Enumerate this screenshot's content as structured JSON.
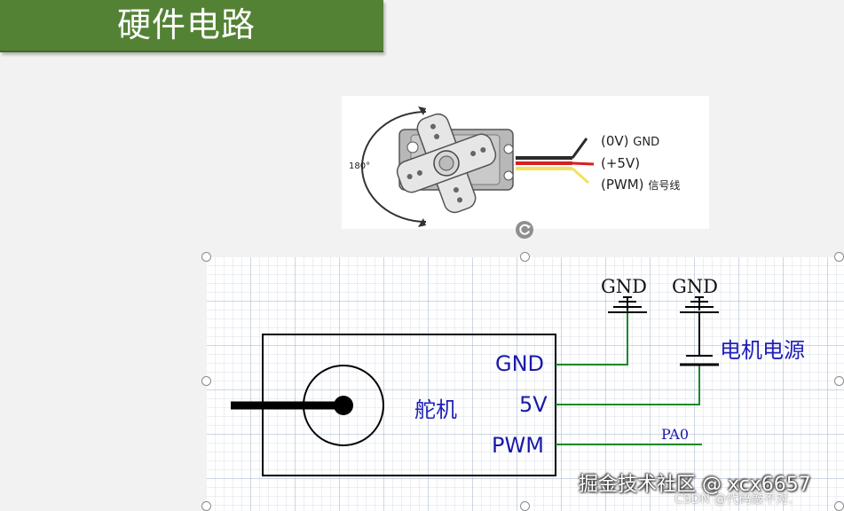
{
  "slide": {
    "title": "硬件电路"
  },
  "servo_photo": {
    "angle_label": "180°",
    "wires": [
      {
        "label": "(0V)",
        "sub": "GND",
        "color": "#2b2b2b"
      },
      {
        "label": "(+5V)",
        "sub": "",
        "color": "#d42020"
      },
      {
        "label": "(PWM)",
        "sub": "信号线",
        "color": "#f4e46a"
      }
    ]
  },
  "schematic": {
    "servo_label": "舵机",
    "pins": {
      "gnd": "GND",
      "v5": "5V",
      "pwm": "PWM"
    },
    "ground_labels": [
      "GND",
      "GND"
    ],
    "motor_power_label": "电机电源",
    "net_label": "PA0",
    "line_color": "#1a8a2a"
  },
  "icons": {
    "rotate": "rotate-handle-icon",
    "handles": "selection-handle-icon"
  },
  "watermark": {
    "main": "掘金技术社区 @ xcx6657",
    "sub": "CSDN @代码敲不对."
  }
}
